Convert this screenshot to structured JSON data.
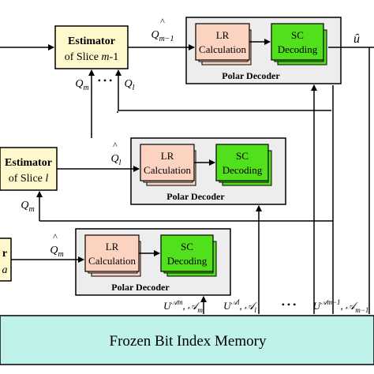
{
  "colors": {
    "estimator_fill": "#fff8cc",
    "lr_fill": "#fbd3c0",
    "sc_fill": "#53e01c",
    "decoder_group_fill": "#ededed",
    "memory_fill": "#bff2ea",
    "stroke": "#000000"
  },
  "estimators": [
    {
      "title": "Estimator",
      "sub_prefix": "of Slice ",
      "sub_var": "m",
      "sub_suffix": "-1"
    },
    {
      "title": "Estimator",
      "sub_prefix": "of Slice ",
      "sub_var": "l",
      "sub_suffix": ""
    },
    {
      "title": "r",
      "sub_prefix": "",
      "sub_var": "a",
      "sub_suffix": ""
    }
  ],
  "decoders": [
    {
      "group_label": "Polar Decoder",
      "lr_line1": "LR",
      "lr_line2": "Calculation",
      "sc_line1": "SC",
      "sc_line2": "Decoding",
      "input_var": "Q",
      "input_sub": "m−1"
    },
    {
      "group_label": "Polar Decoder",
      "lr_line1": "LR",
      "lr_line2": "Calculation",
      "sc_line1": "SC",
      "sc_line2": "Decoding",
      "input_var": "Q",
      "input_sub": "l"
    },
    {
      "group_label": "Polar Decoder",
      "lr_line1": "LR",
      "lr_line2": "Calculation",
      "sc_line1": "SC",
      "sc_line2": "Decoding",
      "input_var": "Q",
      "input_sub": "m"
    }
  ],
  "feedback_labels": [
    {
      "var": "Q",
      "sub": "m"
    },
    {
      "var": "Q",
      "sub": "l"
    },
    {
      "var": "Q",
      "sub": "m"
    }
  ],
  "dots": "• • •",
  "memory_inputs": [
    {
      "sup": "𝒜m",
      "set": "𝒜",
      "sub": "m"
    },
    {
      "sup": "𝒜l",
      "set": "𝒜",
      "sub": "l"
    },
    {
      "sup": "𝒜m−1",
      "set": "𝒜",
      "sub": "m−1"
    }
  ],
  "memory_label": "Frozen Bit Index Memory",
  "output_label": "û"
}
